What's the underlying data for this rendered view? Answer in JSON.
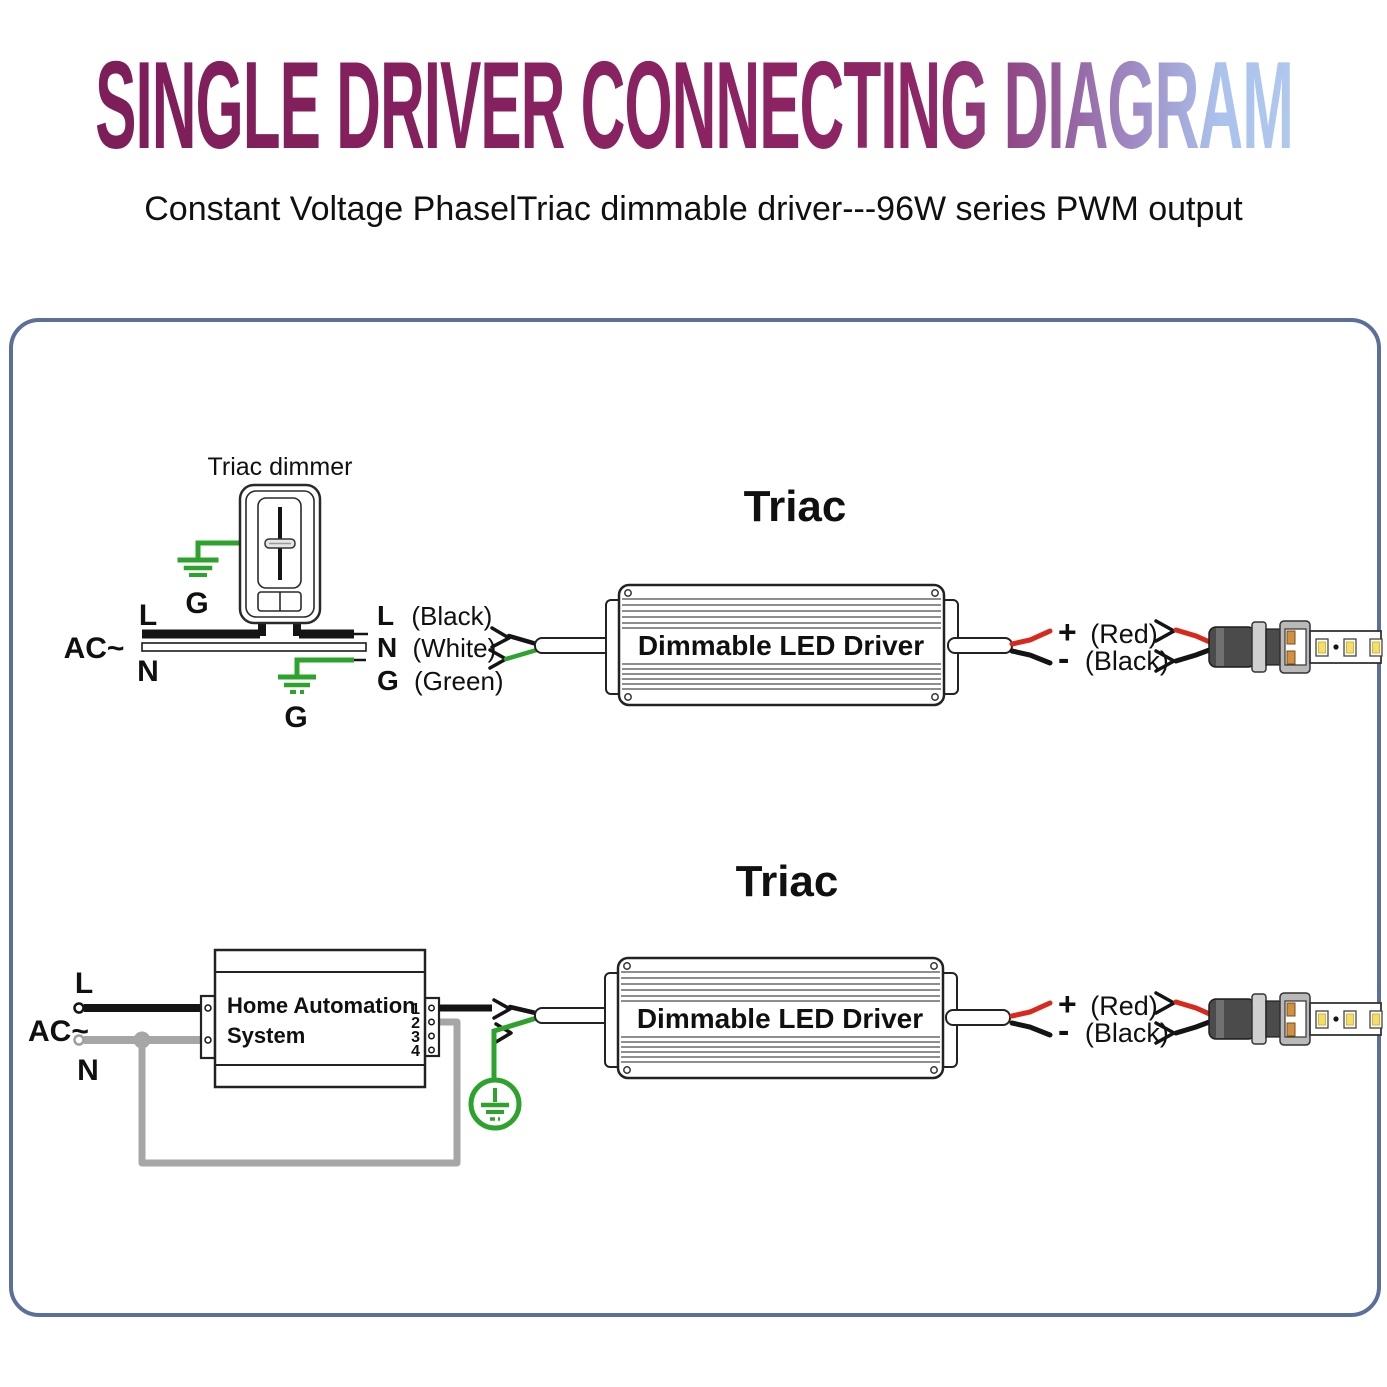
{
  "title": "SINGLE DRIVER CONNECTING DIAGRAM",
  "subtitle": "Constant Voltage PhaselTriac dimmable driver---96W series PWM output",
  "colors": {
    "title_gradient_start": "#7d1e59",
    "title_gradient_end": "#abc3ed",
    "panel_border": "#5c6e9a",
    "wire_black": "#141414",
    "wire_gray": "#a6a6a6",
    "wire_green": "#2da32d",
    "wire_red": "#d9291c",
    "led_chip_yellow": "#f3df66",
    "connector_dark": "#4b4b4b",
    "connector_light": "#cfcfcf"
  },
  "diagram_top": {
    "heading": "Triac",
    "dimmer_label": "Triac dimmer",
    "ground_left_label": "G",
    "ground_bottom_label": "G",
    "line_label": "L",
    "ac_label": "AC~",
    "neutral_label": "N",
    "wire_labels": {
      "l": {
        "letter": "L",
        "rest": "(Black)"
      },
      "n": {
        "letter": "N",
        "rest": "(White)"
      },
      "g": {
        "letter": "G",
        "rest": "(Green)"
      }
    },
    "driver_label": "Dimmable LED Driver",
    "output": {
      "plus": {
        "letter": "+",
        "rest": "(Red)"
      },
      "minus": {
        "letter": "-",
        "rest": "(Black)"
      }
    }
  },
  "diagram_bottom": {
    "heading": "Triac",
    "line_label": "L",
    "ac_label": "AC~",
    "neutral_label": "N",
    "controller_label_line1": "Home Automation",
    "controller_label_line2": "System",
    "terminals": [
      "1",
      "2",
      "3",
      "4"
    ],
    "driver_label": "Dimmable LED Driver",
    "output": {
      "plus": {
        "letter": "+",
        "rest": "(Red)"
      },
      "minus": {
        "letter": "-",
        "rest": "(Black)"
      }
    }
  }
}
